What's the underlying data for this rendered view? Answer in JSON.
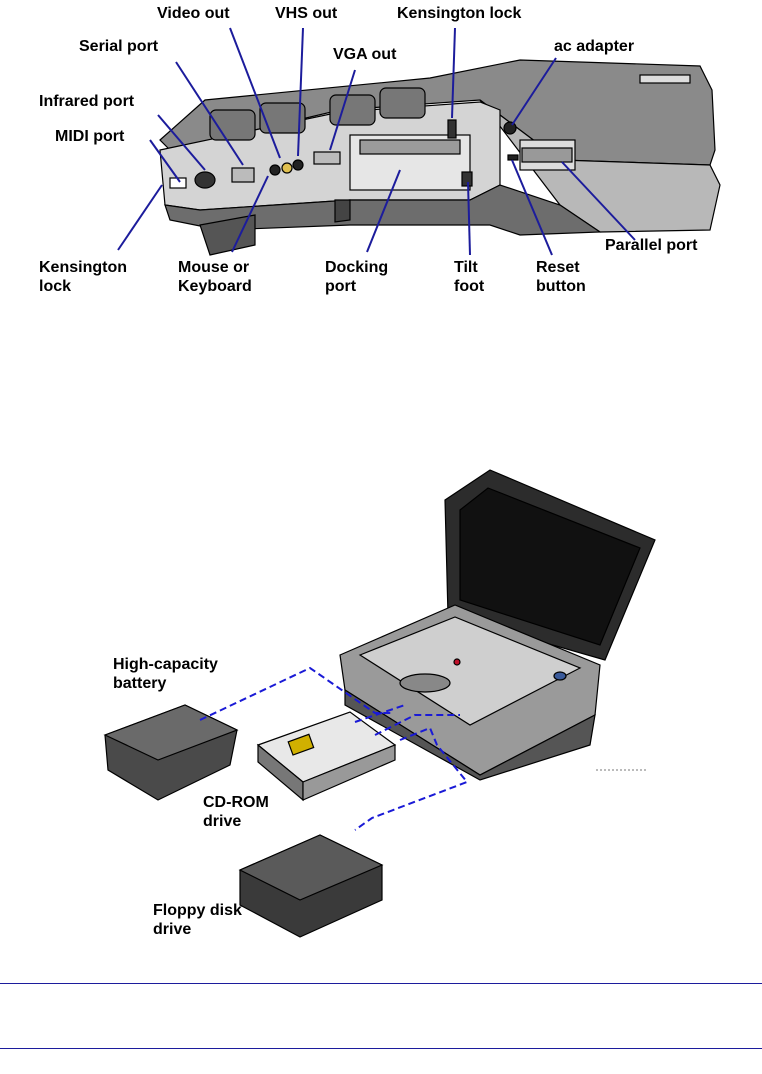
{
  "top_labels": {
    "video_out": "Video out",
    "vhs_out": "VHS out",
    "kensington_lock_top": "Kensington lock",
    "serial_port": "Serial port",
    "vga_out": "VGA out",
    "ac_adapter": "ac adapter",
    "infrared_port": "Infrared port",
    "midi_port": "MIDI port",
    "kensington_lock_bottom": [
      "Kensington",
      "lock"
    ],
    "mouse_keyboard": [
      "Mouse or",
      "Keyboard"
    ],
    "docking_port": [
      "Docking",
      "port"
    ],
    "tilt_foot": [
      "Tilt",
      "foot"
    ],
    "reset_button": [
      "Reset",
      "button"
    ],
    "parallel_port": "Parallel port"
  },
  "bottom_labels": {
    "battery": [
      "High-capacity",
      "battery"
    ],
    "cdrom": [
      "CD-ROM",
      "drive"
    ],
    "floppy": [
      "Floppy disk",
      "drive"
    ]
  },
  "colors": {
    "leader": "#1c1c9c",
    "dashed": "#1a1ad6",
    "rule": "#1c1c9c"
  }
}
